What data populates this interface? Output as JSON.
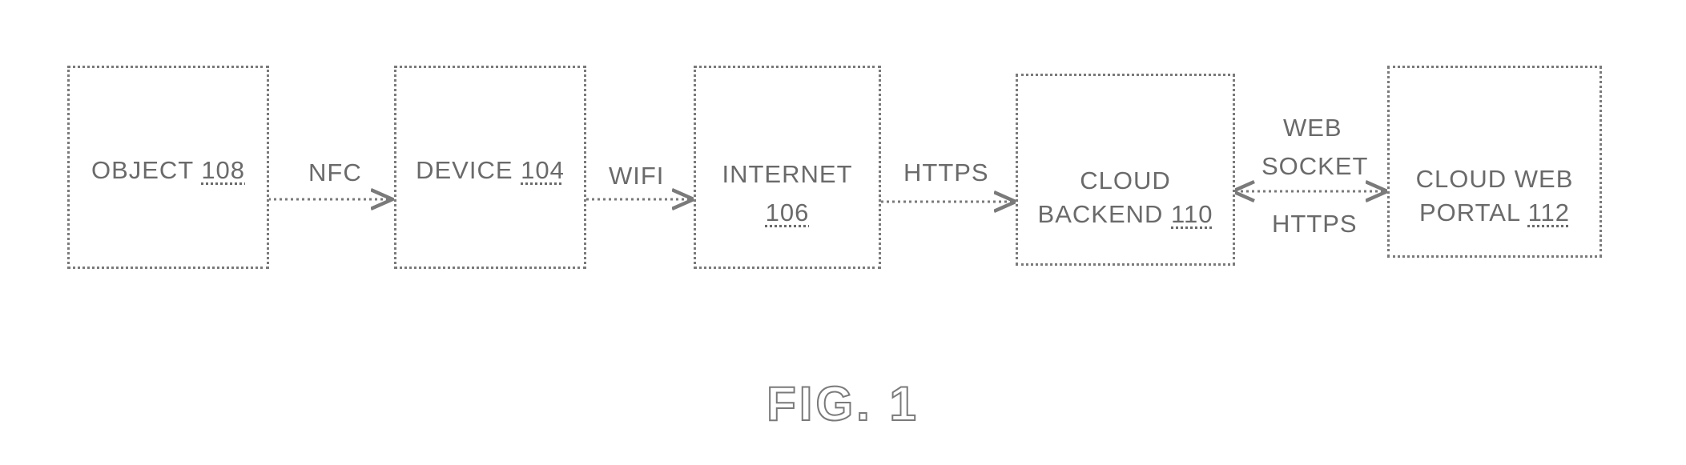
{
  "nodes": [
    {
      "id": "object",
      "label": "OBJECT",
      "ref": "108"
    },
    {
      "id": "device",
      "label": "DEVICE",
      "ref": "104"
    },
    {
      "id": "internet",
      "label": "INTERNET",
      "ref": "106"
    },
    {
      "id": "cloud_backend",
      "label_line1": "CLOUD",
      "label_line2": "BACKEND",
      "ref": "110"
    },
    {
      "id": "cloud_web_portal",
      "label_line1": "CLOUD WEB",
      "label_line2": "PORTAL",
      "ref": "112"
    }
  ],
  "edges": [
    {
      "from": "object",
      "to": "device",
      "label": "NFC",
      "direction": "forward"
    },
    {
      "from": "device",
      "to": "internet",
      "label": "WIFI",
      "direction": "forward"
    },
    {
      "from": "internet",
      "to": "cloud_backend",
      "label": "HTTPS",
      "direction": "forward"
    },
    {
      "from": "cloud_backend",
      "to": "cloud_web_portal",
      "label_top": "WEB",
      "label_mid": "SOCKET",
      "label_bottom": "HTTPS",
      "direction": "both"
    }
  ],
  "figure_label": "FIG. 1",
  "colors": {
    "line": "#7a7a7a",
    "text": "#6a6a6a"
  }
}
